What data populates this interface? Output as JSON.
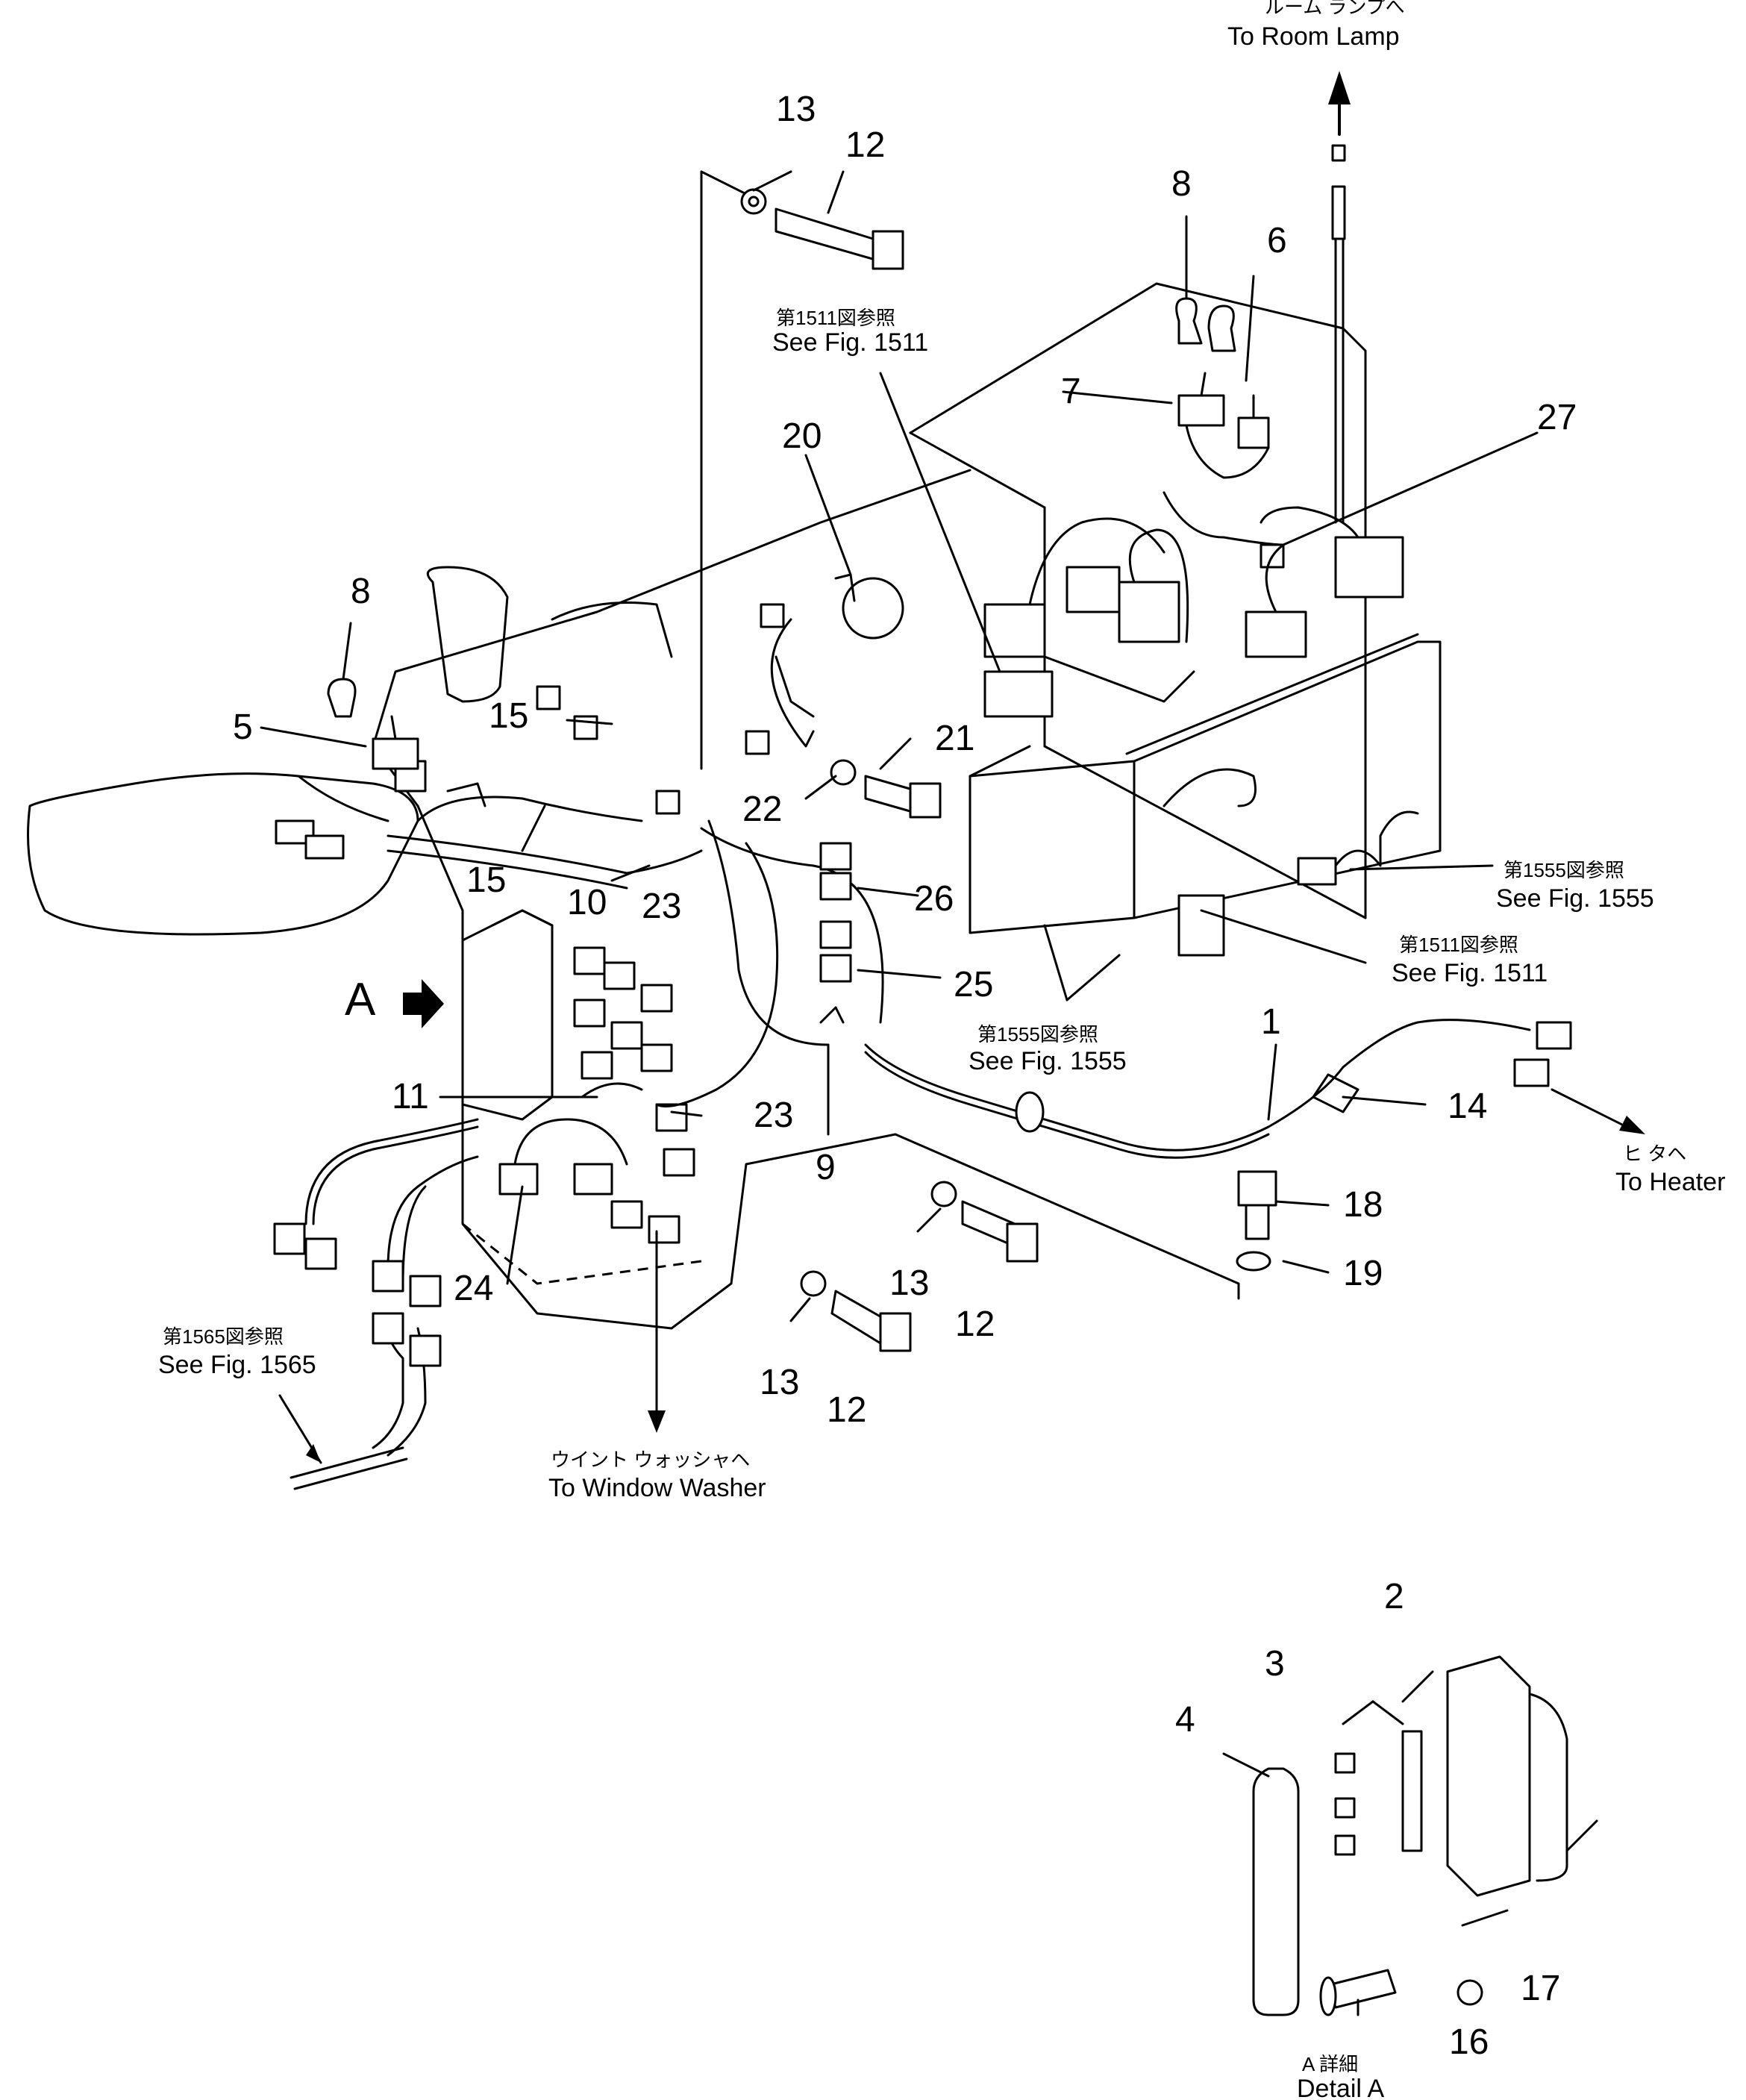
{
  "part_numbers": [
    "1",
    "2",
    "3",
    "4",
    "5",
    "6",
    "7",
    "8",
    "9",
    "10",
    "11",
    "12",
    "13",
    "14",
    "15",
    "16",
    "17",
    "18",
    "19",
    "20",
    "21",
    "22",
    "23",
    "24",
    "25",
    "26",
    "27"
  ],
  "callouts": {
    "room_lamp": {
      "jp": "ルーム ランプへ",
      "en": "To Room Lamp"
    },
    "heater": {
      "jp": "ヒ タヘ",
      "en": "To Heater"
    },
    "window_washer": {
      "jp": "ウイント ウォッシャヘ",
      "en": "To Window Washer"
    },
    "fig1511_a": {
      "jp": "第1511図参照",
      "en": "See Fig. 1511"
    },
    "fig1511_b": {
      "jp": "第1511図参照",
      "en": "See Fig. 1511"
    },
    "fig1555_a": {
      "jp": "第1555図参照",
      "en": "See Fig. 1555"
    },
    "fig1555_b": {
      "jp": "第1555図参照",
      "en": "See Fig. 1555"
    },
    "fig1565": {
      "jp": "第1565図参照",
      "en": "See Fig. 1565"
    },
    "detail_a": {
      "jp": "A 詳細",
      "en": "Detail A"
    },
    "view_a": "A"
  }
}
